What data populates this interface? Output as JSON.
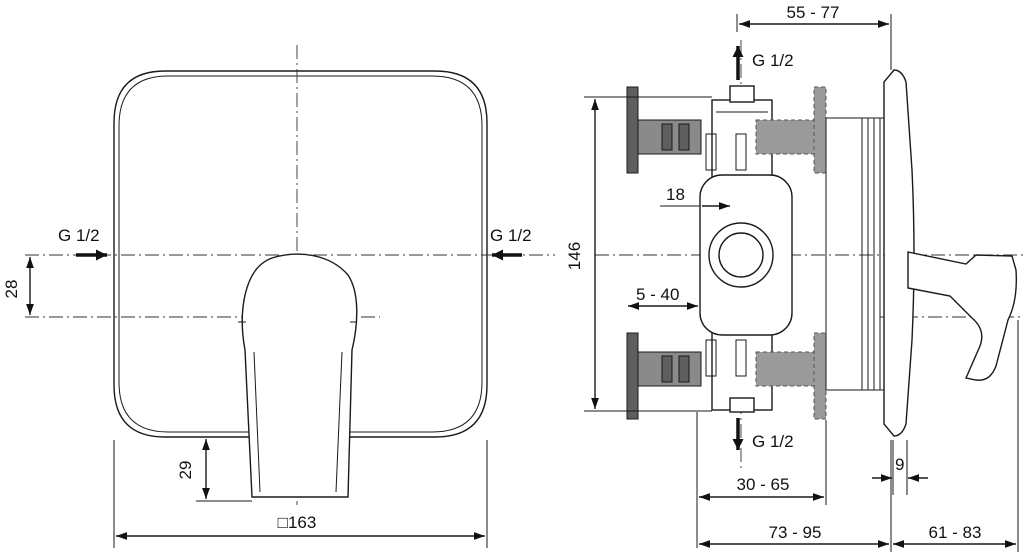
{
  "front_view": {
    "inlet_left": "G 1/2",
    "inlet_right": "G 1/2",
    "dim_height_28": "28",
    "dim_height_29": "29",
    "dim_width_163": "□163"
  },
  "side_view": {
    "outlet_top": "G 1/2",
    "outlet_bottom": "G 1/2",
    "dim_55_77": "55 - 77",
    "dim_146": "146",
    "dim_18": "18",
    "dim_5_40": "5 - 40",
    "dim_9": "9",
    "dim_30_65": "30 - 65",
    "dim_73_95": "73 - 95",
    "dim_61_83": "61 - 83"
  }
}
